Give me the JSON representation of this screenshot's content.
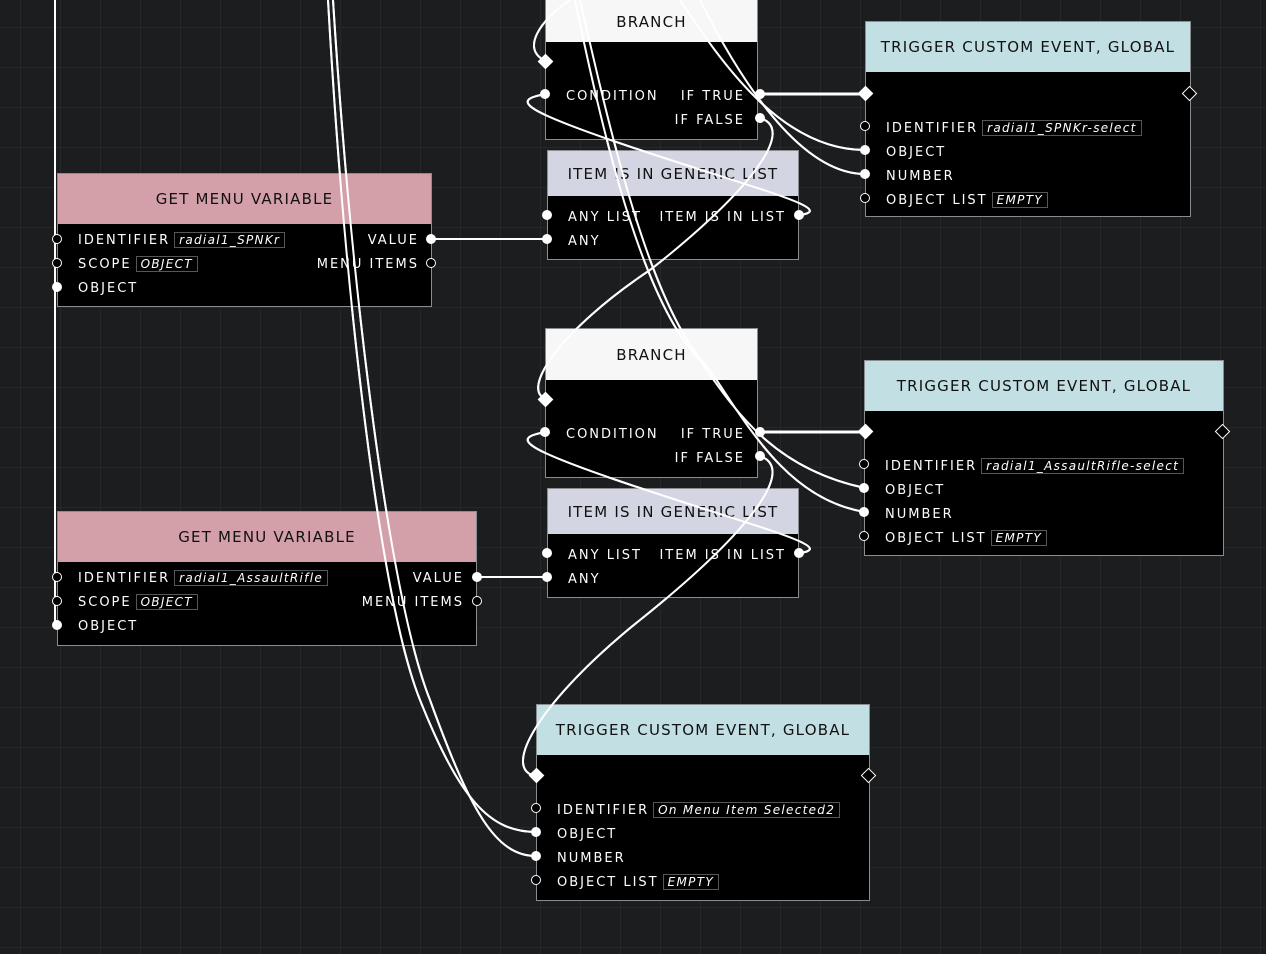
{
  "canvas": {
    "grid_color": "#25282a",
    "background": "#1b1d1f",
    "wire_color": "#ffffff"
  },
  "nodes": {
    "branch1": {
      "title": "BRANCH",
      "condition": "CONDITION",
      "if_true": "IF TRUE",
      "if_false": "IF FALSE"
    },
    "item_list1": {
      "title": "ITEM IS IN GENERIC LIST",
      "any_list": "ANY LIST",
      "item_in_list": "ITEM IS IN LIST",
      "any": "ANY"
    },
    "trigger1": {
      "title": "TRIGGER CUSTOM EVENT, GLOBAL",
      "identifier_label": "IDENTIFIER",
      "identifier_value": "radial1_SPNKr-select",
      "object": "OBJECT",
      "number": "NUMBER",
      "object_list_label": "OBJECT LIST",
      "object_list_value": "EMPTY"
    },
    "get_var1": {
      "title": "GET MENU VARIABLE",
      "identifier_label": "IDENTIFIER",
      "identifier_value": "radial1_SPNKr",
      "scope_label": "SCOPE",
      "scope_value": "OBJECT",
      "object": "OBJECT",
      "value": "VALUE",
      "menu_items": "MENU ITEMS"
    },
    "branch2": {
      "title": "BRANCH",
      "condition": "CONDITION",
      "if_true": "IF TRUE",
      "if_false": "IF FALSE"
    },
    "item_list2": {
      "title": "ITEM IS IN GENERIC LIST",
      "any_list": "ANY LIST",
      "item_in_list": "ITEM IS IN LIST",
      "any": "ANY"
    },
    "trigger2": {
      "title": "TRIGGER CUSTOM EVENT, GLOBAL",
      "identifier_label": "IDENTIFIER",
      "identifier_value": "radial1_AssaultRifle-select",
      "object": "OBJECT",
      "number": "NUMBER",
      "object_list_label": "OBJECT LIST",
      "object_list_value": "EMPTY"
    },
    "get_var2": {
      "title": "GET MENU VARIABLE",
      "identifier_label": "IDENTIFIER",
      "identifier_value": "radial1_AssaultRifle",
      "scope_label": "SCOPE",
      "scope_value": "OBJECT",
      "object": "OBJECT",
      "value": "VALUE",
      "menu_items": "MENU ITEMS"
    },
    "trigger3": {
      "title": "TRIGGER CUSTOM EVENT, GLOBAL",
      "identifier_label": "IDENTIFIER",
      "identifier_value": "On Menu Item Selected2",
      "object": "OBJECT",
      "number": "NUMBER",
      "object_list_label": "OBJECT LIST",
      "object_list_value": "EMPTY"
    }
  }
}
